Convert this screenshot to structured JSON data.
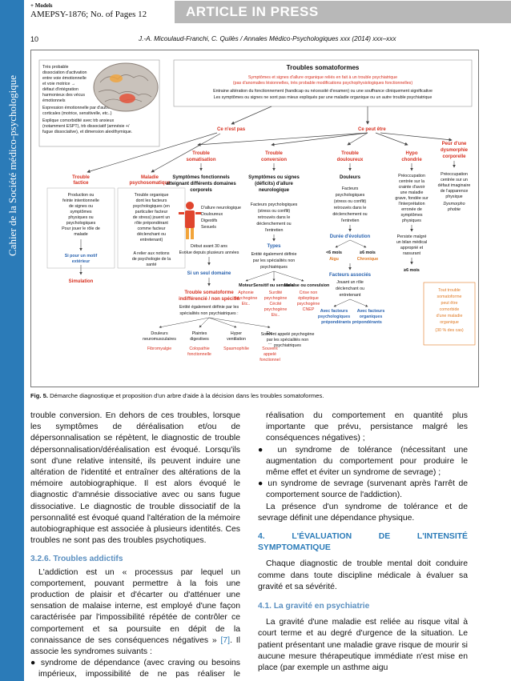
{
  "header": {
    "model": "+ Models",
    "code": "AMEPSY-1876; No. of Pages 12",
    "banner": "ARTICLE IN PRESS"
  },
  "sidebar": {
    "journal": "Cahier de la Société médico-psychologique"
  },
  "running_head": {
    "page": "10",
    "title": "J.-A. Micoulaud-Franchi, C. Quilès / Annales Médico-Psychologiques xxx (2014) xxx–xxx"
  },
  "figure": {
    "brain_note": [
      "Très probable",
      "dissociation d'activation",
      "entre voie émotionnelle",
      "et voie motrice →",
      "défaut d'intégration",
      "harmonieux des vécus",
      "émotionnels",
      "Expression émotionnelle par d'autres voies",
      "corticales (motrice, sensitivelle, etc..)",
      "Explique comorbidité avec trb anxieux",
      "(notamment ESPT), trb dissociatif (amnésie +/",
      "fugue dissociative), et dimension alexithymique."
    ],
    "root": {
      "title": "Troubles somatoformes",
      "red_lines": [
        "Symptômes et signes d'allure organique reliés en fait à un trouble psychiatrique",
        "(pas d'anomalies lésionnelles, très probable modifications psychophysiologiques fonctionnelles)"
      ],
      "black_lines": [
        "Entraine altération du fonctionnement (handicap ou nécessité d'examen) ou une souffrance cliniquement significative",
        "Les symptômes ou signes ne sont pas mieux expliqués par une maladie organique ou un autre trouble psychiatrique"
      ]
    },
    "branch_left": "Ce n'est pas",
    "branch_right": "Ce peut être",
    "categories": {
      "somatisation": [
        "Trouble",
        "somatisation"
      ],
      "conversion": [
        "Trouble",
        "conversion"
      ],
      "douloureux": [
        "Trouble",
        "douloureux"
      ],
      "hypo": [
        "Hypo",
        "chondrie"
      ],
      "peur": [
        "Peur d'une",
        "dysmorphie",
        "corporelle"
      ]
    },
    "factice": {
      "title": [
        "Trouble",
        "factice"
      ],
      "text": [
        "Production ou",
        "feinte intentionnelle",
        "de signes ou",
        "symptômes",
        "physiques ou",
        "psychologiques",
        "Pour jouer le rôle de",
        "malade"
      ],
      "motif": [
        "Si pour un motif",
        "extérieur"
      ],
      "simulation": "Simulation"
    },
    "psychosomatique": {
      "title": [
        "Maladie",
        "psychosomatique"
      ],
      "text": [
        "Trouble organique",
        "dont les facteurs",
        "psychologiques (en",
        "particulier facteur",
        "de stress) jouent un",
        "rôle prépondérant",
        "comme facteur",
        "déclenchant ou",
        "entretenant)"
      ],
      "notions": [
        "A relier aux notions",
        "de psychologie de la",
        "santé"
      ]
    },
    "somatisation_box": {
      "title": [
        "Symptômes fonctionnels",
        "atteignant différents domaines",
        "corporels"
      ],
      "list": [
        "D'allure neurologique",
        "Douloureux",
        "Digestifs",
        "Sexuels"
      ],
      "onset": [
        "Début avant 30 ans",
        "Evolue depuis plusieurs années"
      ],
      "single": "Si un seul domaine"
    },
    "conversion_box": {
      "title": [
        "Symptômes ou signes",
        "(déficits) d'allure",
        "neurologique"
      ],
      "text": [
        "Facteurs psychologiques",
        "(stress ou conflit)",
        "retrouvés dans le",
        "déclenchement ou",
        "l'entretien"
      ],
      "types_label": "Types",
      "types_text": [
        "Entité également définie",
        "par les spécialités non",
        "psychiatriques"
      ],
      "kinds": [
        "Moteur",
        "Sensitif ou sensoriel",
        "Malaise ou convulsion"
      ],
      "kind_examples": [
        [
          "Aphonie",
          "psychogène",
          "Etc.."
        ],
        [
          "Surdité",
          "psychogène",
          "Cécité",
          "psychogène",
          "Etc.."
        ],
        [
          "Crise non",
          "épileptique",
          "psychogène",
          "CNEP"
        ]
      ],
      "footer": [
        "Souvent appelé psychogène",
        "par les spécialités non",
        "psychiatriques"
      ]
    },
    "douloureux_box": {
      "title": "Douleurs",
      "text": [
        "Facteurs",
        "psychologiques",
        "(stress ou conflit)",
        "retrouvés dans le",
        "déclenchement ou",
        "l'entretien"
      ],
      "duration": "Durée d'évolution",
      "acute": [
        "<6 mois",
        "Aigu"
      ],
      "chronic": [
        "≥6 mois",
        "Chronique"
      ],
      "assoc_title": "Facteurs associés",
      "assoc_text": [
        "Jouant un rôle",
        "déclenchant ou",
        "entretenant"
      ],
      "psy": [
        "Avec facteurs",
        "psychologiques"
      ],
      "org": [
        "Avec facteurs",
        "organiques"
      ],
      "prep": "prépondérants prépondérants"
    },
    "hypo_box": {
      "text": [
        "Préoccupation",
        "centrée sur la",
        "crainte d'avoir",
        "une maladie",
        "grave, fondée sur",
        "l'interprétation",
        "erronée de",
        "symptômes",
        "physiques"
      ],
      "persist": [
        "Persiste malgré",
        "un bilan médical",
        "approprié et",
        "rassurant"
      ],
      "duration": "≥6 mois"
    },
    "peur_box": {
      "text": [
        "Préoccupation",
        "centrée sur un",
        "défaut imaginaire",
        "de l'apparence",
        "physique"
      ],
      "dysmorpho": [
        "Dysmorpho",
        "phobie"
      ]
    },
    "comorbid": [
      "Tout trouble",
      "somatoforme",
      "peut être",
      "comorbide",
      "d'une maladie",
      "organique",
      "(30 % des cas)"
    ],
    "indiff": {
      "title": [
        "Trouble somatoforme",
        "indifférencié / non spécifié"
      ],
      "text": [
        "Entité également définie par les",
        "spécialités non psychiatriques :"
      ]
    },
    "indiff_items": [
      {
        "label": [
          "Douleurs",
          "neuromusculaires"
        ],
        "example": [
          "Fibromyalgie"
        ]
      },
      {
        "label": [
          "Plaintes",
          "digestives"
        ],
        "example": [
          "Colopathie",
          "fonctionnelle"
        ]
      },
      {
        "label": [
          "Hyper",
          "ventilation"
        ],
        "example": [
          "Spasmophilie"
        ]
      },
      {
        "label": [
          "Etc."
        ],
        "example": [
          "...",
          "Souvent",
          "appelé",
          "fonctionnel"
        ]
      }
    ]
  },
  "caption": {
    "label": "Fig. 5.",
    "text": "Démarche diagnostique et proposition d'un arbre d'aide à la décision dans les troubles somatoformes."
  },
  "left_column": {
    "p1": "trouble conversion. En dehors de ces troubles, lorsque les symptômes de déréalisation et/ou de dépersonnalisation se répètent, le diagnostic de trouble dépersonnalisation/déréalisation est évoqué. Lorsqu'ils sont d'une relative intensité, ils peuvent induire une altération de l'identité et entraîner des altérations de la mémoire autobiographique. Il est alors évoqué le diagnostic d'amnésie dissociative avec ou sans fugue dissociative. Le diagnostic de trouble dissociatif de la personnalité est évoqué quand l'altération de la mémoire autobiographique est associée à plusieurs identités. Ces troubles ne sont pas des troubles psychotiques.",
    "subhead": "3.2.6. Troubles addictifs",
    "p2_before": "L'addiction est un « processus par lequel un comportement, pouvant permettre à la fois une production de plaisir et d'écarter ou d'atténuer une sensation de malaise interne, est employé d'une façon caractérisée par l'impossibilité répétée de contrôler ce comportement et sa poursuite en dépit de la connaissance de ses conséquences négatives »",
    "p2_cite": "[7]",
    "p2_after": ". Il associe les syndromes suivants :",
    "bullet1": "● syndrome de dépendance (avec craving ou besoins impérieux, impossibilité de ne pas réaliser le comportement,"
  },
  "right_column": {
    "cont": "réalisation du comportement en quantité plus importante que prévu, persistance malgré les conséquences négatives) ;",
    "bullet2": "● un syndrome de tolérance (nécessitant une augmentation du comportement pour produire le même effet et éviter un syndrome de sevrage) ;",
    "bullet3": "● un syndrome de sevrage (survenant après l'arrêt de comportement source de l'addiction).",
    "p3": "La présence d'un syndrome de tolérance et de sevrage définit une dépendance physique.",
    "section": "4. L'ÉVALUATION DE L'INTENSITÉ SYMPTOMATIQUE",
    "p4": "Chaque diagnostic de trouble mental doit conduire comme dans toute discipline médicale à évaluer sa gravité et sa sévérité.",
    "subsection": "4.1. La gravité en psychiatrie",
    "p5": "La gravité d'une maladie est reliée au risque vital à court terme et au degré d'urgence de la situation. Le patient présentant une maladie grave risque de mourir si aucune mesure thérapeutique immédiate n'est mise en place (par exemple un asthme aigu"
  }
}
